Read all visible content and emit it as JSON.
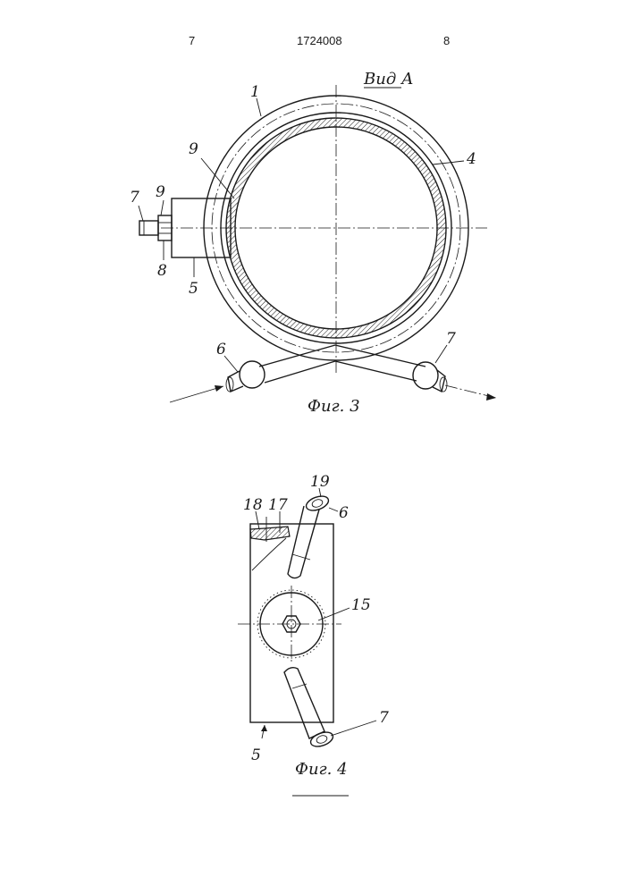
{
  "header": {
    "page_left": "7",
    "patent_number": "1724008",
    "page_right": "8"
  },
  "figure3": {
    "view_label": "Вид А",
    "caption": "Фиг. 3",
    "labels": {
      "l1": "1",
      "l4": "4",
      "l9a": "9",
      "l9b": "9",
      "l7a": "7",
      "l8": "8",
      "l5": "5",
      "l6": "6",
      "l7b": "7"
    }
  },
  "figure4": {
    "caption": "Фиг. 4",
    "labels": {
      "l19": "19",
      "l6": "6",
      "l18": "18",
      "l17": "17",
      "l15": "15",
      "l7": "7",
      "l5": "5"
    }
  }
}
